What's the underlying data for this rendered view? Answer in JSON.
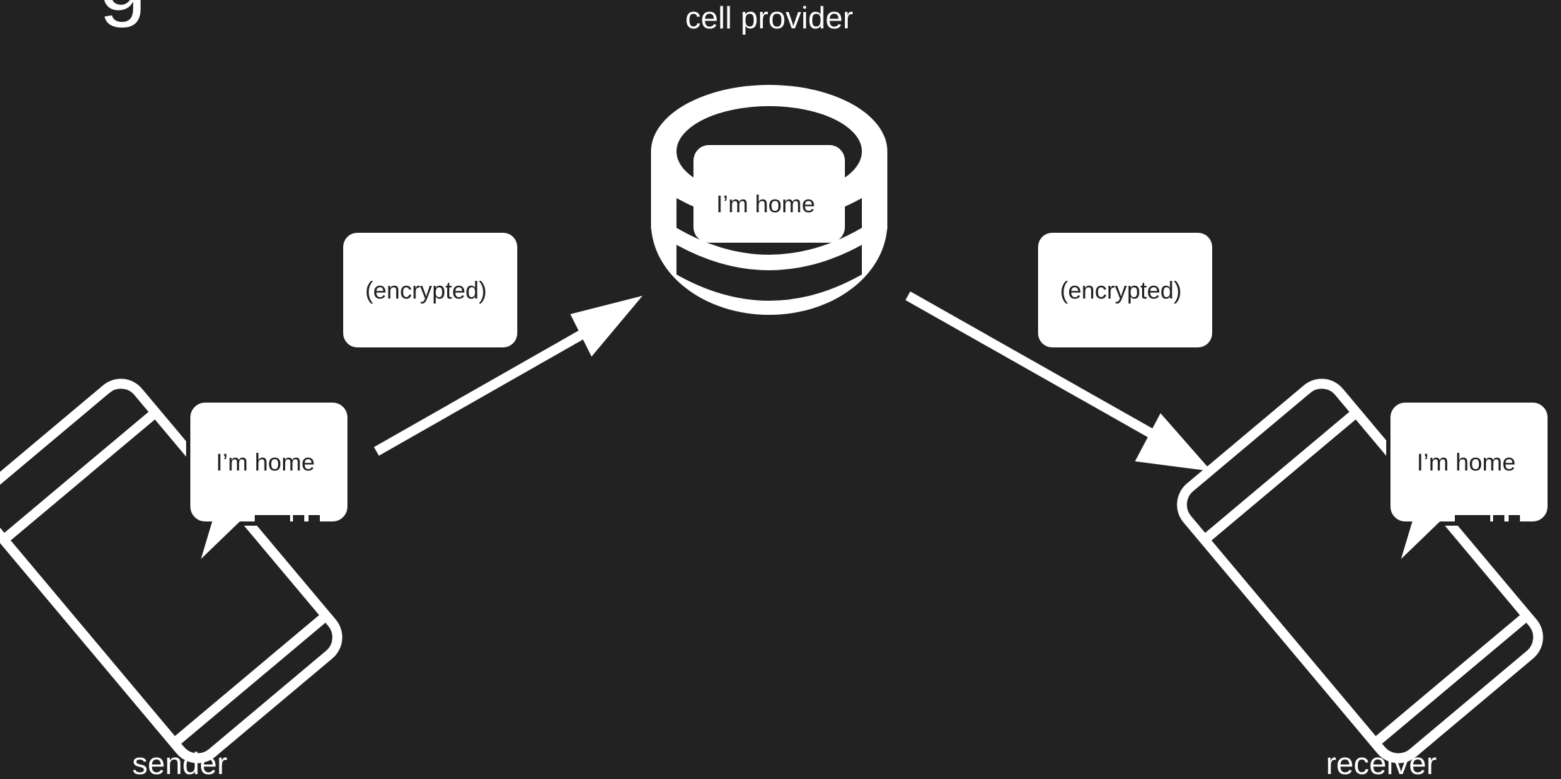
{
  "colors": {
    "background": "#222222",
    "foreground": "#ffffff",
    "text_on_white": "#222222"
  },
  "title_fragment": "g",
  "nodes": {
    "sender": {
      "label": "sender",
      "icon": "phone-icon"
    },
    "cell_provider": {
      "label": "cell provider",
      "icon": "database-icon"
    },
    "receiver": {
      "label": "receiver",
      "icon": "phone-icon"
    }
  },
  "messages": {
    "sender_bubble": "I’m home",
    "provider_message": "I’m home",
    "receiver_bubble": "I’m home",
    "encrypted_left": "(encrypted)",
    "encrypted_right": "(encrypted)"
  }
}
